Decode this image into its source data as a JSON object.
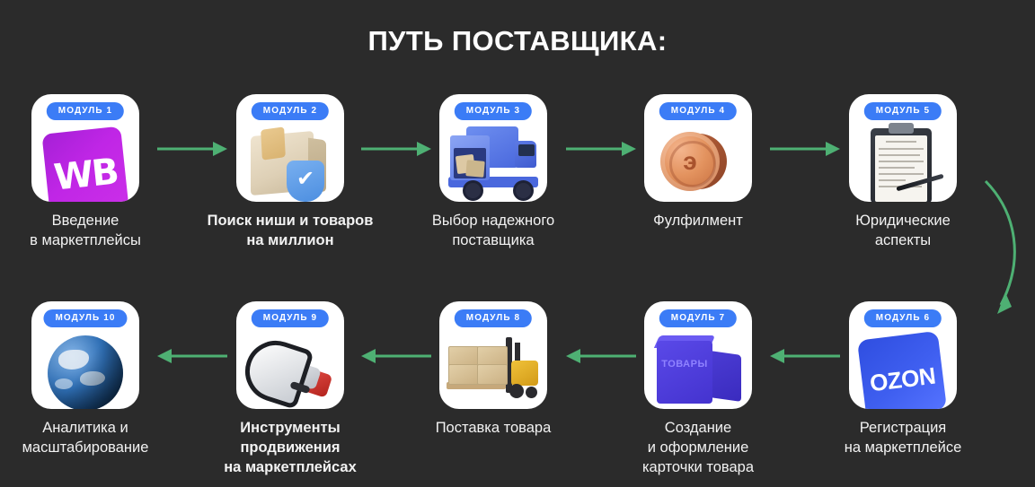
{
  "page": {
    "title": "ПУТЬ ПОСТАВЩИКА:",
    "background_color": "#2b2b2b",
    "badge_color": "#3b7cf6",
    "arrow_color": "#4eb073",
    "text_color": "#f2f2f2"
  },
  "modules": [
    {
      "badge": "МОДУЛЬ 1",
      "label": "Введение\nв маркетплейсы",
      "icon": "wildberries-logo-icon",
      "bold": false
    },
    {
      "badge": "МОДУЛЬ 2",
      "label": "Поиск ниши и товаров\nна миллион",
      "icon": "cardboard-box-shield-check-icon",
      "bold": true
    },
    {
      "badge": "МОДУЛЬ 3",
      "label": "Выбор надежного\nпоставщика",
      "icon": "delivery-truck-icon",
      "bold": false
    },
    {
      "badge": "МОДУЛЬ 4",
      "label": "Фулфилмент",
      "icon": "bronze-coin-icon",
      "bold": false
    },
    {
      "badge": "МОДУЛЬ 5",
      "label": "Юридические\nаспекты",
      "icon": "clipboard-document-pen-icon",
      "bold": false
    },
    {
      "badge": "МОДУЛЬ 6",
      "label": "Регистрация\nна маркетплейсе",
      "icon": "ozon-logo-icon",
      "bold": false
    },
    {
      "badge": "МОДУЛЬ 7",
      "label": "Создание\nи оформление\nкарточки товара",
      "icon": "product-box-tovary-icon",
      "bold": false
    },
    {
      "badge": "МОДУЛЬ 8",
      "label": "Поставка товара",
      "icon": "forklift-pallet-icon",
      "bold": false
    },
    {
      "badge": "МОДУЛЬ 9",
      "label": "Инструменты\nпродвижения\nна маркетплейсах",
      "icon": "megaphone-icon",
      "bold": true
    },
    {
      "badge": "МОДУЛЬ 10",
      "label": "Аналитика и\nмасштабирование",
      "icon": "earth-globe-icon",
      "bold": false
    }
  ],
  "icon_text": {
    "wildberries": "WB",
    "ozon": "OZON",
    "tovary": "ТОВАРЫ",
    "coin_symbol": "э",
    "check": "✔"
  }
}
